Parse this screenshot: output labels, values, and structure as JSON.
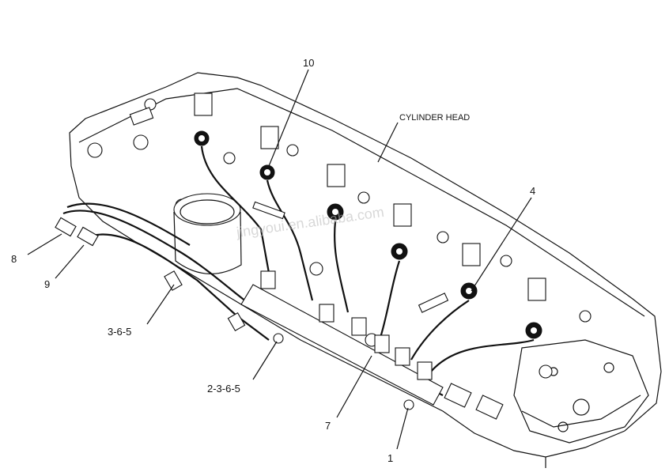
{
  "diagram": {
    "callouts": [
      {
        "id": "c10",
        "text": "10"
      },
      {
        "id": "ccyl",
        "text": "CYLINDER HEAD"
      },
      {
        "id": "c4",
        "text": "4"
      },
      {
        "id": "c8",
        "text": "8"
      },
      {
        "id": "c9",
        "text": "9"
      },
      {
        "id": "c365",
        "text": "3-6-5"
      },
      {
        "id": "c2365",
        "text": "2-3-6-5"
      },
      {
        "id": "c7",
        "text": "7"
      },
      {
        "id": "c1",
        "text": "1"
      }
    ],
    "watermark": "jingyoui.en.alibaba.com"
  }
}
